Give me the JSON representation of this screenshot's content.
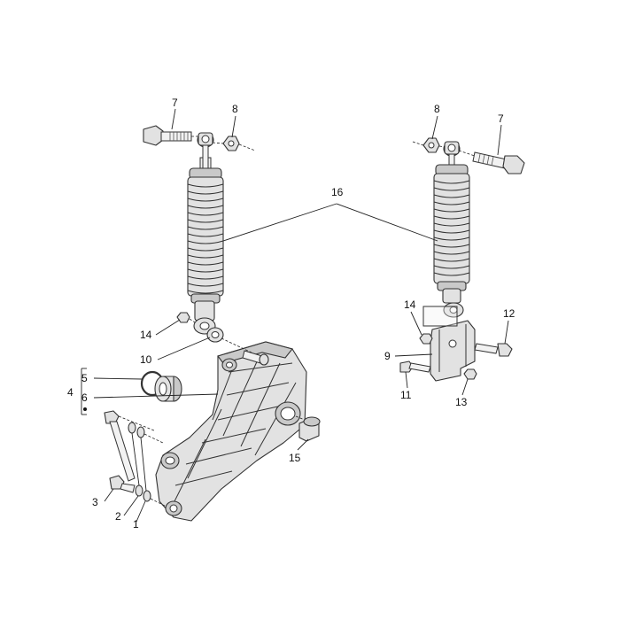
{
  "callouts": {
    "c1": "1",
    "c2": "2",
    "c3": "3",
    "c4": "4",
    "c5": "5",
    "c6": "6",
    "c7_left": "7",
    "c7_right": "7",
    "c8_left": "8",
    "c8_right": "8",
    "c9": "9",
    "c10": "10",
    "c11": "11",
    "c12": "12",
    "c13": "13",
    "c14_left": "14",
    "c14_right": "14",
    "c15": "15",
    "c16": "16"
  }
}
